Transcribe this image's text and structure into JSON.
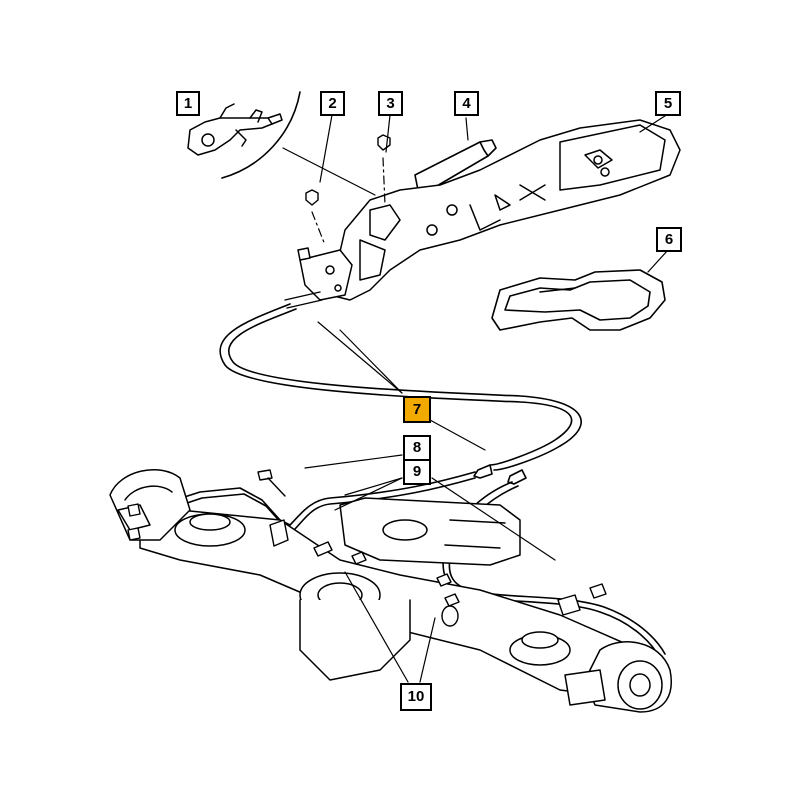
{
  "callouts": [
    {
      "id": "1",
      "label": "1"
    },
    {
      "id": "2",
      "label": "2"
    },
    {
      "id": "3",
      "label": "3"
    },
    {
      "id": "4",
      "label": "4"
    },
    {
      "id": "5",
      "label": "5"
    },
    {
      "id": "6",
      "label": "6"
    },
    {
      "id": "7",
      "label": "7"
    },
    {
      "id": "8",
      "label": "8"
    },
    {
      "id": "9",
      "label": "9"
    },
    {
      "id": "10",
      "label": "10"
    }
  ],
  "highlighted_callout": "7",
  "colors": {
    "highlight": "#f2a900",
    "line": "#000000",
    "background": "#ffffff"
  }
}
